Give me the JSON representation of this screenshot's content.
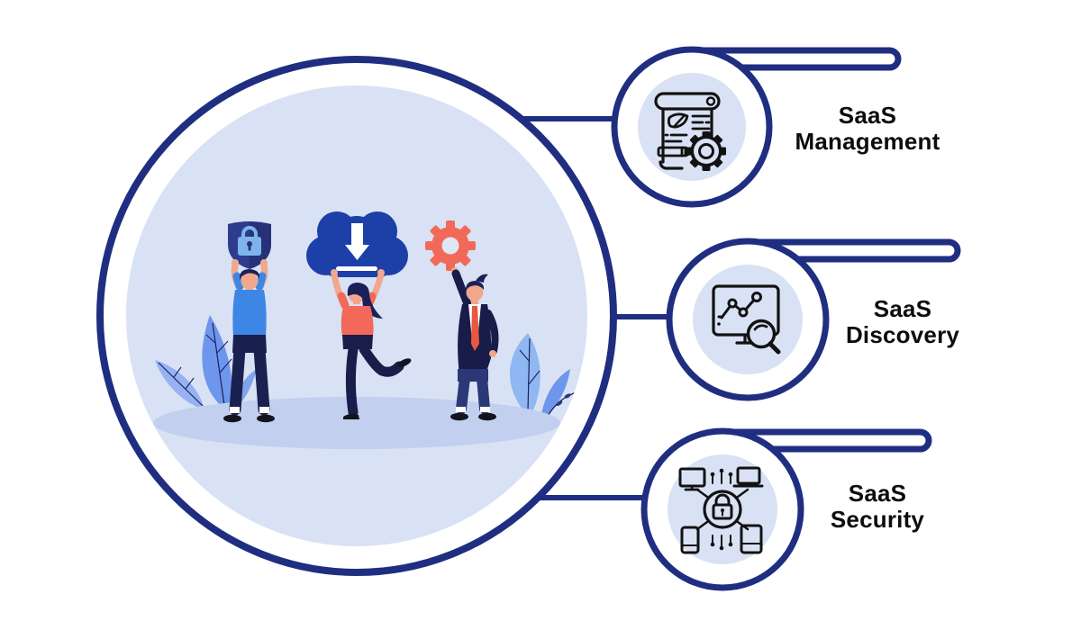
{
  "items": [
    {
      "id": "saas-management",
      "label": "SaaS Management",
      "lines": [
        "SaaS",
        "Management"
      ],
      "icon": "document-gear-icon"
    },
    {
      "id": "saas-discovery",
      "label": "SaaS Discovery",
      "lines": [
        "SaaS",
        "Discovery"
      ],
      "icon": "monitor-search-icon"
    },
    {
      "id": "saas-security",
      "label": "SaaS Security",
      "lines": [
        "SaaS",
        "Security"
      ],
      "icon": "devices-lock-icon"
    }
  ],
  "illustration": {
    "description": "Three people holding up a shield with a lock, a cloud with a download arrow, and a gear",
    "icons": [
      "shield-lock-icon",
      "cloud-download-icon",
      "gear-icon"
    ]
  },
  "colors": {
    "outline_navy": "#1f2e80",
    "light_blue_fill": "#d9e2f4",
    "ground": "#c3cfee",
    "cloud_blue": "#1d3fa8",
    "shield_navy": "#2e3b8f",
    "lock_blue": "#7fb4ea",
    "shirt_blue": "#3e86e5",
    "coral": "#f2695a",
    "skin": "#f2a78c",
    "pants_navy": "#1a2150",
    "suit_navy": "#171c49",
    "hair_navy": "#1b2158",
    "leaf_blue": "#6e96ec",
    "leaf_light": "#97b2f2",
    "icon_black": "#121212",
    "text_black": "#0d0d0d",
    "background": "#ffffff"
  }
}
